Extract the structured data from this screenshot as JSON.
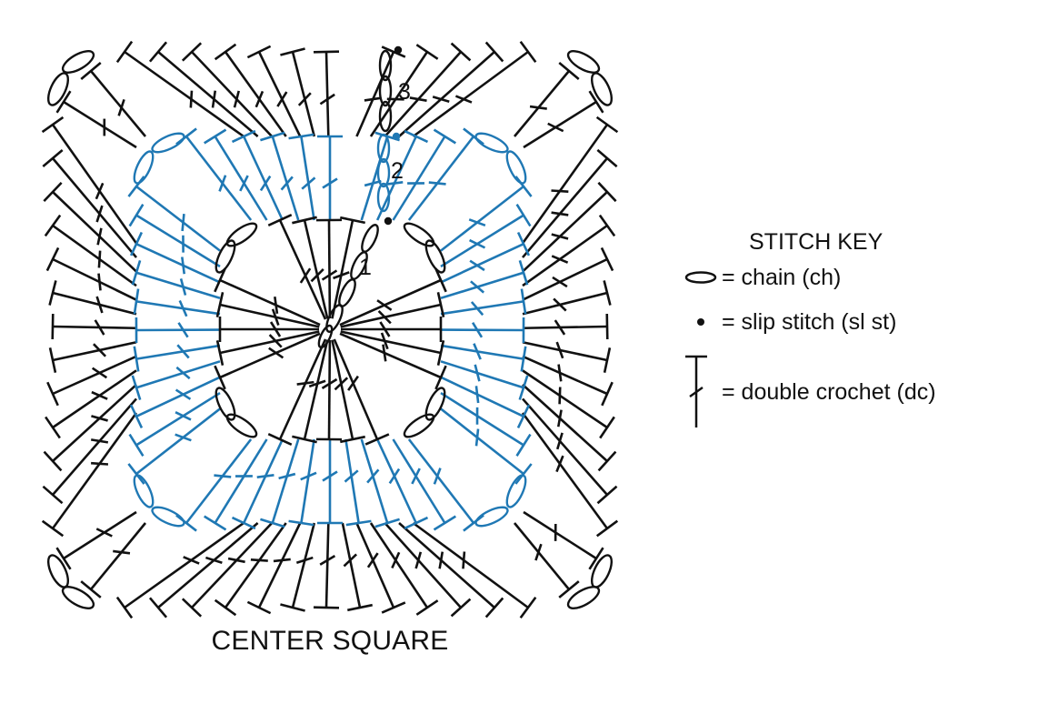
{
  "title": "CENTER SQUARE",
  "rounds": [
    {
      "label": "1",
      "color": "#111111"
    },
    {
      "label": "2",
      "color": "#1f78b4"
    },
    {
      "label": "3",
      "color": "#111111"
    }
  ],
  "key": {
    "title": "STITCH KEY",
    "items": [
      {
        "symbol": "oval-chain-icon",
        "label": "= chain (ch)"
      },
      {
        "symbol": "dot-slip-stitch-icon",
        "label": "= slip stitch (sl st)"
      },
      {
        "symbol": "double-crochet-icon",
        "label": "= double crochet (dc)"
      }
    ]
  },
  "colors": {
    "black": "#111111",
    "blue": "#1f78b4"
  }
}
